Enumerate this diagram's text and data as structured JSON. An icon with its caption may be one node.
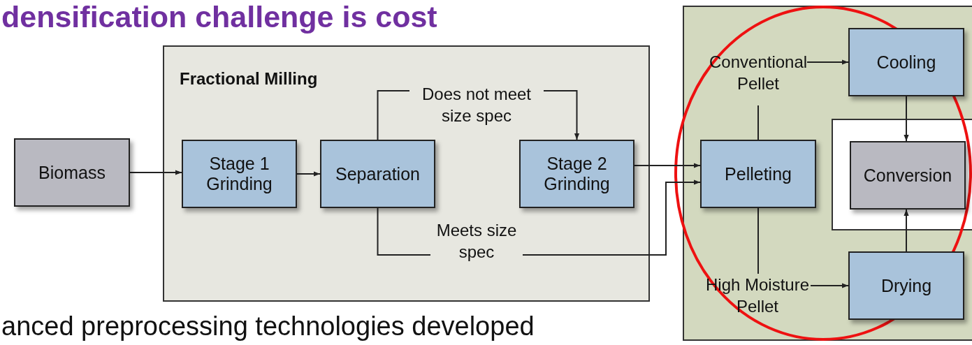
{
  "diagram": {
    "title": "densification challenge is cost",
    "nodes": [
      {
        "text": [
          "Fractional Milling"
        ]
      },
      {
        "text": [
          "Biomass"
        ]
      },
      {
        "text": [
          "Stage 1 Grinding"
        ],
        "in": 0
      },
      {
        "text": [
          "Separation"
        ],
        "in": 0
      },
      {
        "text": [
          "Stage 2 Grinding"
        ],
        "in": 0
      },
      {
        "text": [],
        "shape": "box"
      },
      {
        "text": [
          "Pelleting"
        ],
        "in": 5
      },
      {
        "text": [
          "Conventional Pellet"
        ],
        "in": 5
      },
      {
        "text": [
          "High Moisture Pellet"
        ],
        "in": 5
      },
      {
        "text": [
          "Cooling"
        ],
        "in": 5
      },
      {
        "text": [
          "Drying"
        ],
        "in": 5
      },
      {
        "text": [],
        "shape": "box",
        "in": 5
      },
      {
        "text": [
          "Conversion"
        ],
        "in": 11
      }
    ],
    "edges": [
      {
        "from": 1,
        "to": 2,
        "arrow": "to"
      },
      {
        "from": 2,
        "to": 3,
        "arrow": "to"
      },
      {
        "from": 3,
        "to": 4,
        "label": "Does not meet size spec",
        "arrow": "to"
      },
      {
        "from": 3,
        "to": 6,
        "label": "Meets size spec",
        "arrow": "to"
      },
      {
        "from": 4,
        "to": 6,
        "arrow": "to"
      },
      {
        "from": 6,
        "to": 7,
        "arrow": "none"
      },
      {
        "from": 6,
        "to": 8,
        "arrow": "none"
      },
      {
        "from": 7,
        "to": 9,
        "arrow": "to"
      },
      {
        "from": 8,
        "to": 10,
        "arrow": "to"
      },
      {
        "from": 9,
        "to": 12,
        "arrow": "to"
      },
      {
        "from": 10,
        "to": 12,
        "arrow": "to"
      }
    ],
    "labels": [
      "anced preprocessing technologies developed"
    ]
  }
}
